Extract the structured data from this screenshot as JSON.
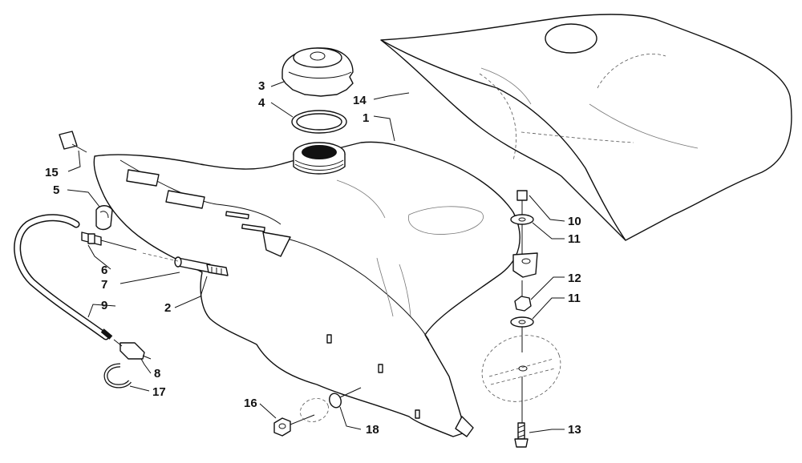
{
  "diagram": {
    "callouts": [
      {
        "id": "c1",
        "text": "1"
      },
      {
        "id": "c2",
        "text": "2"
      },
      {
        "id": "c3",
        "text": "3"
      },
      {
        "id": "c4",
        "text": "4"
      },
      {
        "id": "c5",
        "text": "5"
      },
      {
        "id": "c6",
        "text": "6"
      },
      {
        "id": "c7",
        "text": "7"
      },
      {
        "id": "c8",
        "text": "8"
      },
      {
        "id": "c9",
        "text": "9"
      },
      {
        "id": "c10",
        "text": "10"
      },
      {
        "id": "c11a",
        "text": "11"
      },
      {
        "id": "c11b",
        "text": "11"
      },
      {
        "id": "c12",
        "text": "12"
      },
      {
        "id": "c13",
        "text": "13"
      },
      {
        "id": "c14",
        "text": "14"
      },
      {
        "id": "c15",
        "text": "15"
      },
      {
        "id": "c16",
        "text": "16"
      },
      {
        "id": "c17",
        "text": "17"
      },
      {
        "id": "c18",
        "text": "18"
      }
    ]
  }
}
